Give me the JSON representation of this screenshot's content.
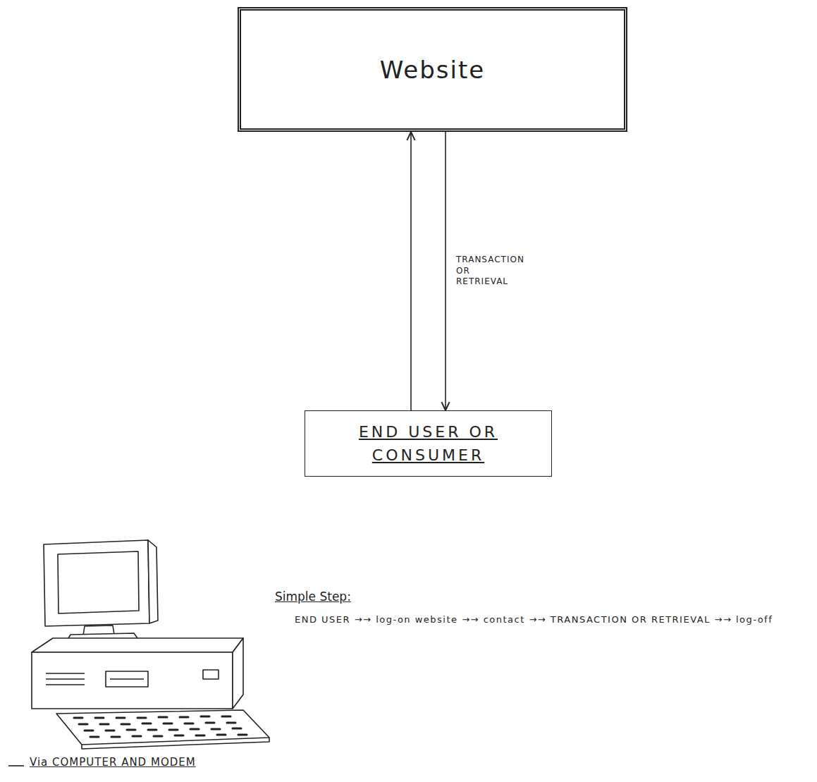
{
  "diagram": {
    "nodes": [
      {
        "text": [
          "Website"
        ]
      },
      {
        "text": [
          "END USER OR CONSUMER"
        ]
      }
    ],
    "edges": [
      {
        "from": 1,
        "to": 0,
        "arrow": "to"
      },
      {
        "from": 0,
        "to": 1,
        "label": "TRANSACTION OR RETRIEVAL",
        "arrow": "to"
      }
    ],
    "labels": [
      "Simple Step:",
      "END USER →→ log-on website →→ contact →→ TRANSACTION OR RETRIEVAL →→ log-off",
      "Via COMPUTER AND MODEM"
    ]
  }
}
